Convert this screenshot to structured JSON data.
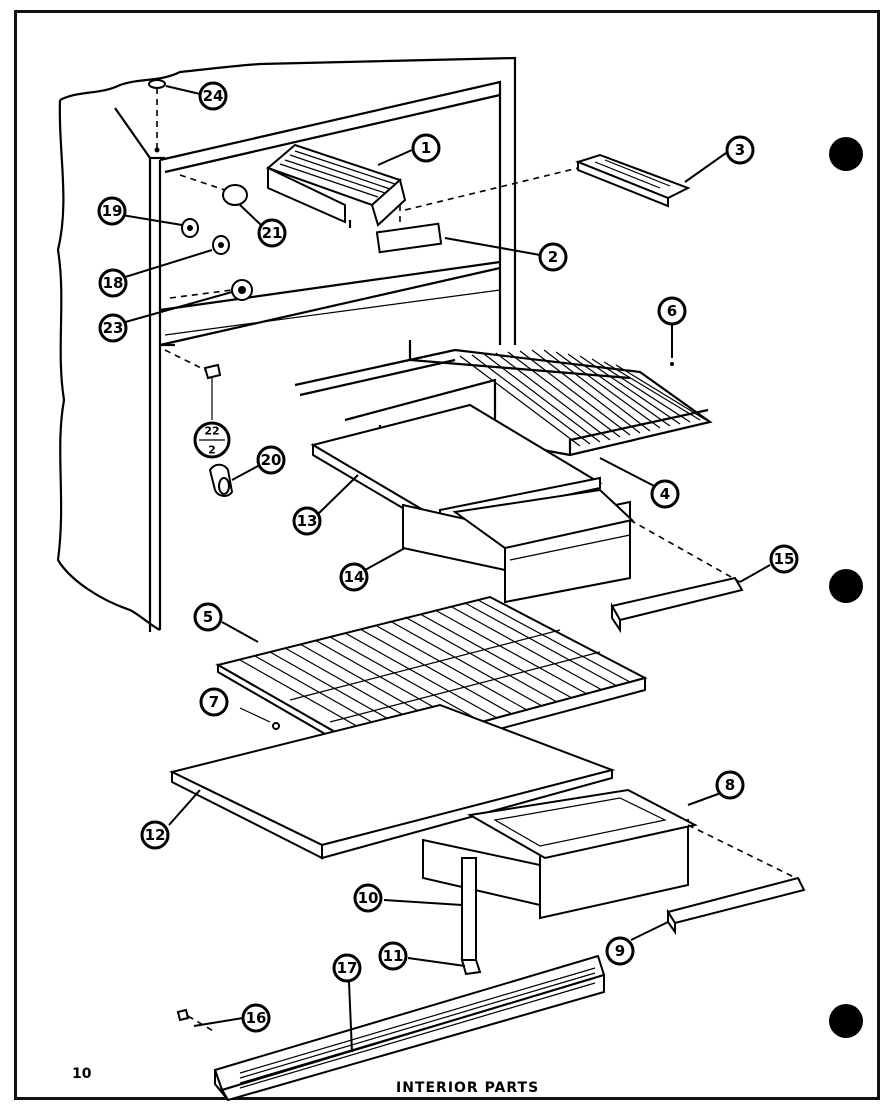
{
  "diagram": {
    "page_number": "10",
    "caption": "INTERIOR PARTS",
    "callouts": {
      "c1": "1",
      "c2": "2",
      "c3": "3",
      "c4": "4",
      "c5": "5",
      "c6": "6",
      "c7": "7",
      "c8": "8",
      "c9": "9",
      "c10": "10",
      "c11": "11",
      "c12": "12",
      "c13": "13",
      "c14": "14",
      "c15": "15",
      "c16": "16",
      "c17": "17",
      "c18": "18",
      "c19": "19",
      "c20": "20",
      "c21": "21",
      "c22_top": "22",
      "c22_bottom": "2",
      "c23": "23",
      "c24": "24"
    }
  }
}
